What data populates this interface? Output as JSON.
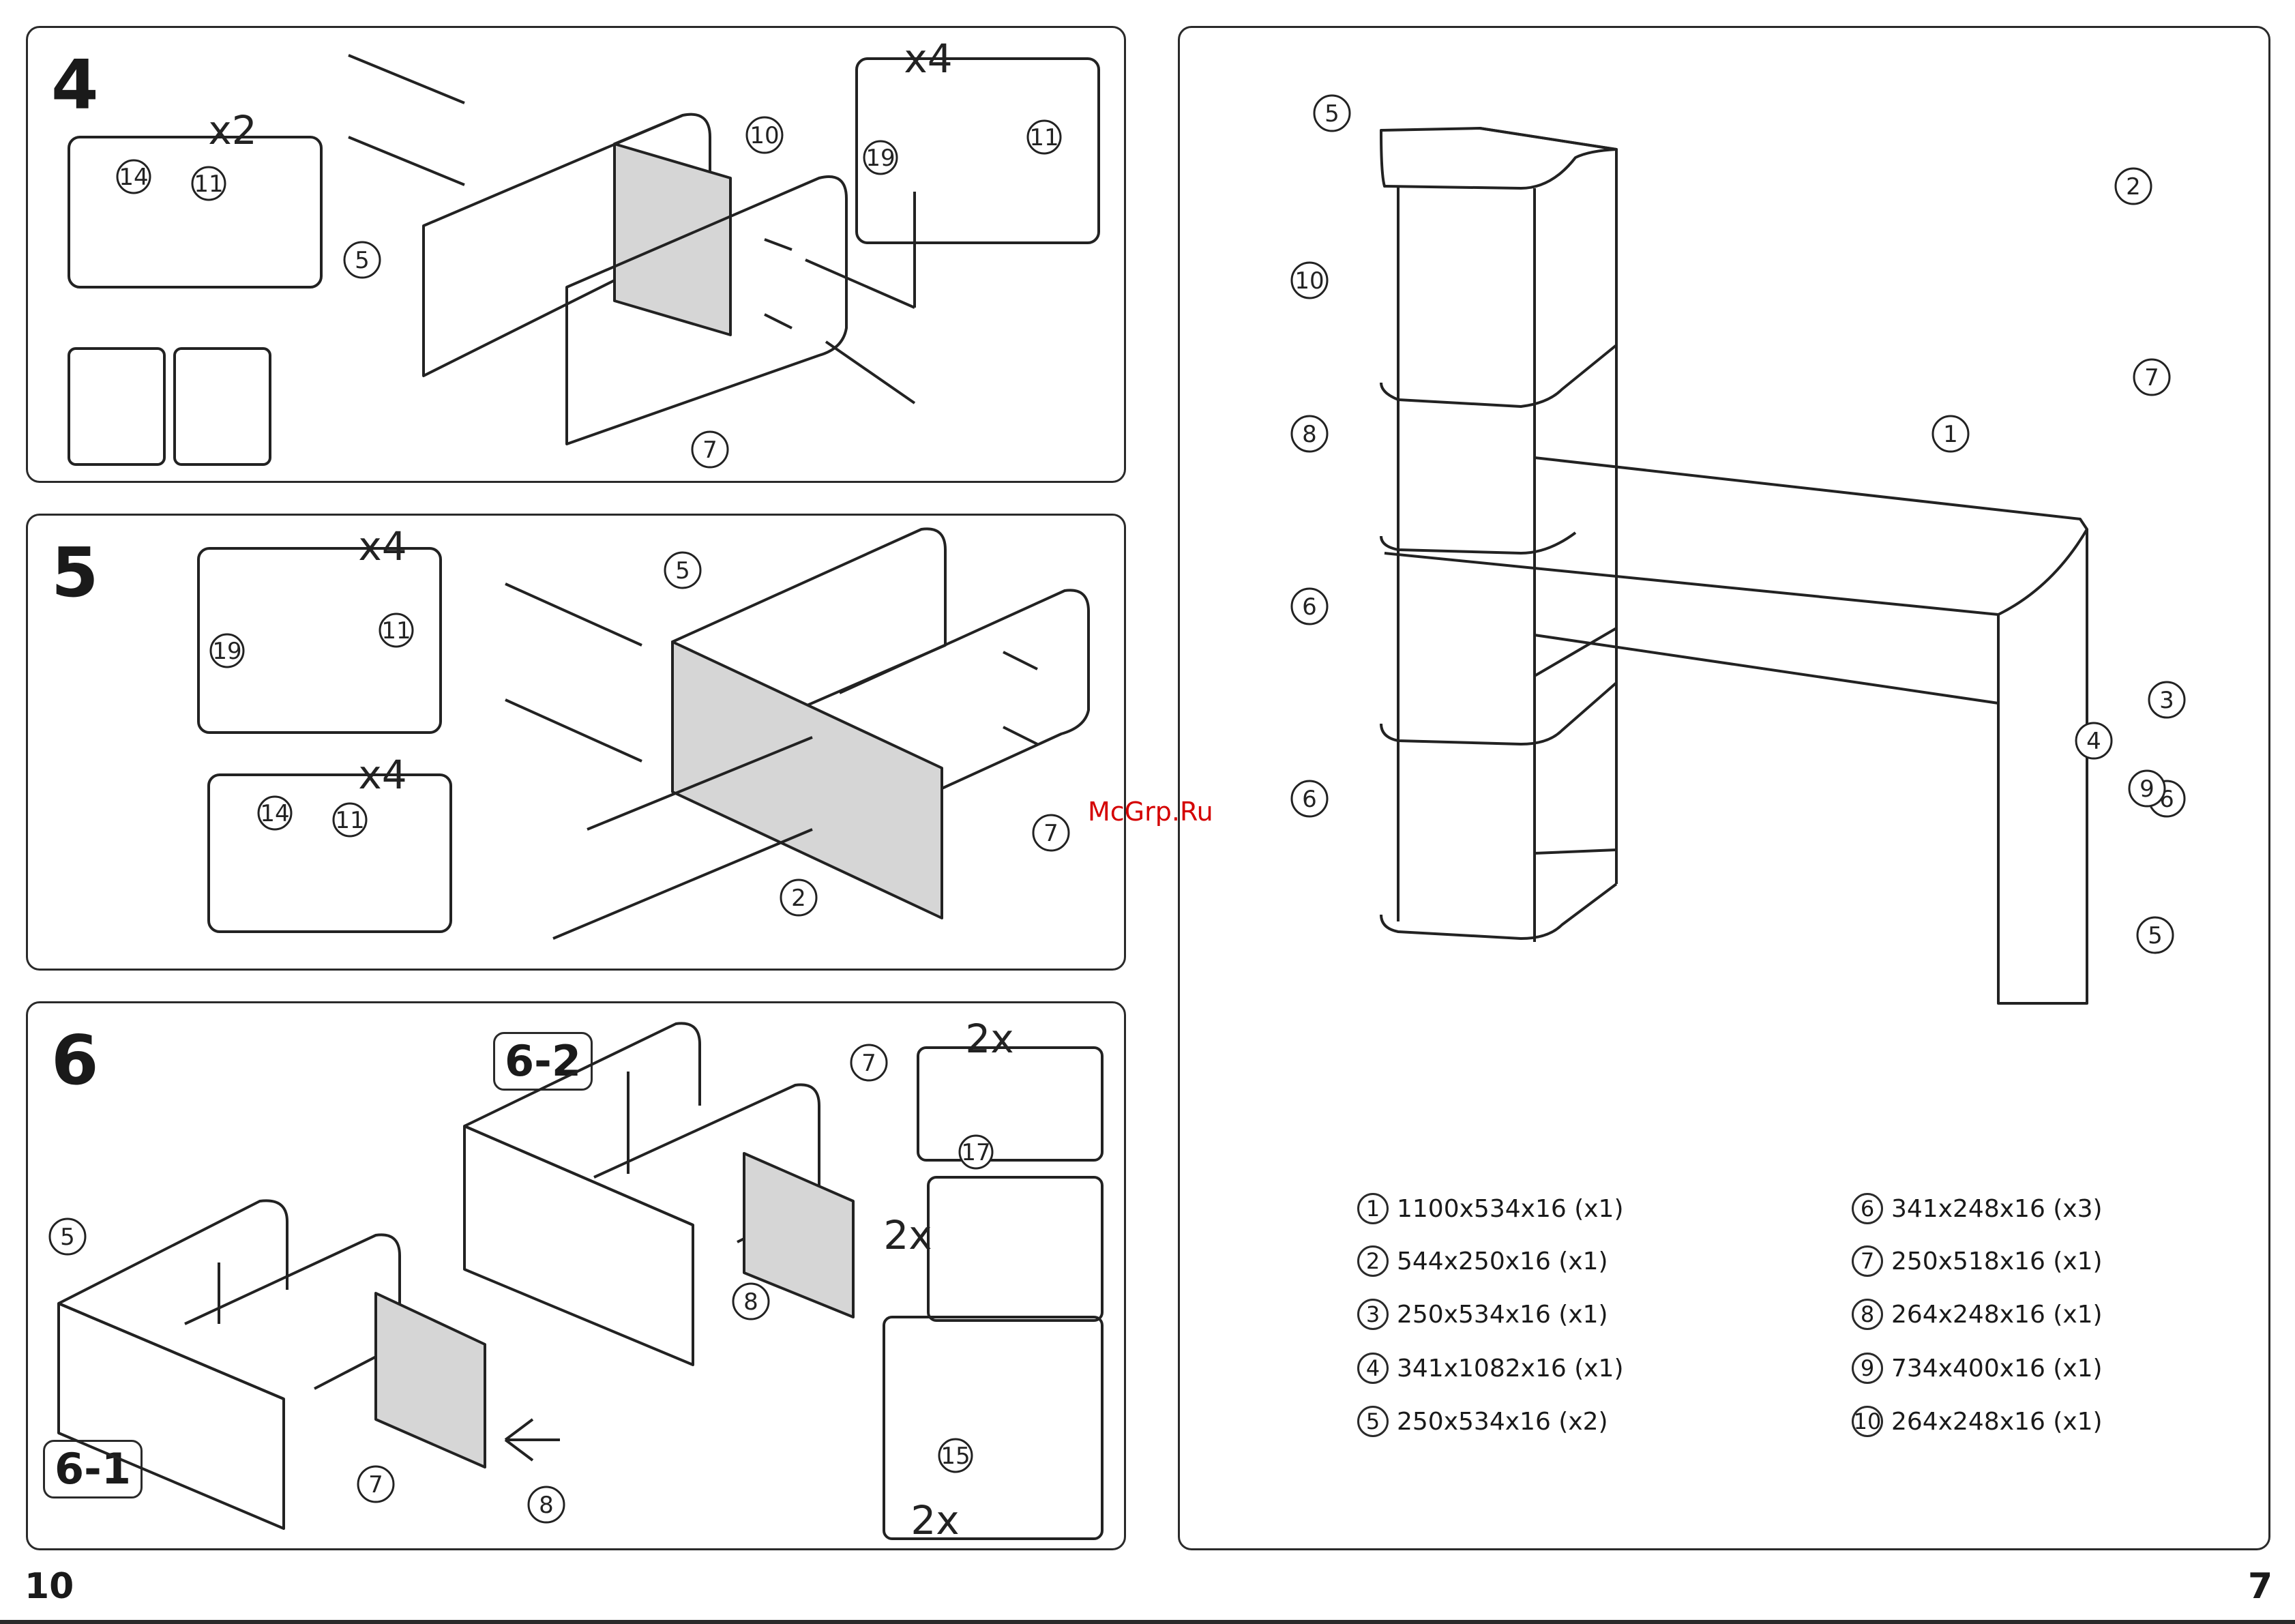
{
  "watermark": "McGrp.Ru",
  "page_left": "10",
  "page_right": "7",
  "step4": {
    "number": "4",
    "mult_x2": "x2",
    "mult_x4": "x4",
    "callouts": [
      "10",
      "5",
      "7",
      "14",
      "11",
      "19",
      "11"
    ]
  },
  "step5": {
    "number": "5",
    "mult_top": "x4",
    "mult_bottom": "x4",
    "callouts": [
      "5",
      "7",
      "2",
      "19",
      "11",
      "14",
      "11"
    ]
  },
  "step6": {
    "number": "6",
    "sub1": "6-1",
    "sub2": "6-2",
    "mult_a": "2x",
    "mult_b": "2x",
    "mult_c": "2x",
    "callouts": [
      "5",
      "7",
      "8",
      "7",
      "8",
      "17",
      "15"
    ]
  },
  "overview": {
    "callouts": [
      "5",
      "2",
      "10",
      "7",
      "8",
      "1",
      "6",
      "3",
      "4",
      "6",
      "6",
      "5",
      "9"
    ]
  },
  "parts_list": [
    {
      "num": "1",
      "spec": "1100x534x16 (x1)"
    },
    {
      "num": "2",
      "spec": "544x250x16 (x1)"
    },
    {
      "num": "3",
      "spec": "250x534x16 (x1)"
    },
    {
      "num": "4",
      "spec": "341x1082x16 (x1)"
    },
    {
      "num": "5",
      "spec": "250x534x16 (x2)"
    },
    {
      "num": "6",
      "spec": "341x248x16 (x3)"
    },
    {
      "num": "7",
      "spec": "250x518x16 (x1)"
    },
    {
      "num": "8",
      "spec": "264x248x16 (x1)"
    },
    {
      "num": "9",
      "spec": "734x400x16 (x1)"
    },
    {
      "num": "10",
      "spec": "264x248x16 (x1)"
    }
  ]
}
